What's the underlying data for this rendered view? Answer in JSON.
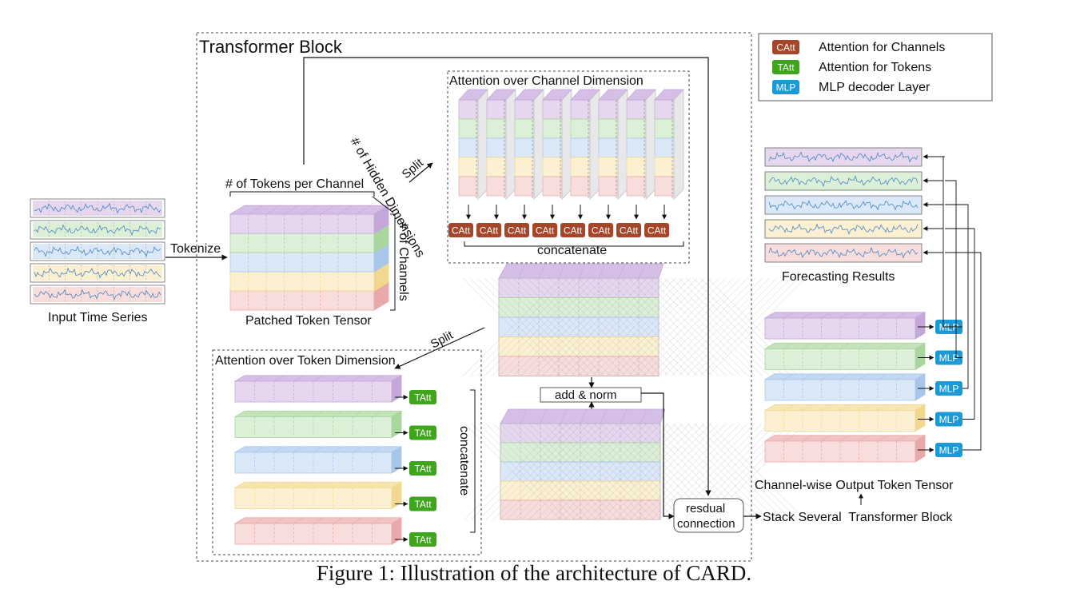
{
  "colors": {
    "purple": "#e6d7ef",
    "purple_dark": "#c3a7d8",
    "purple_top": "#d6bfe6",
    "green": "#dcefd7",
    "green_dark": "#a9d59e",
    "green_top": "#c4e3bb",
    "blue": "#dbe8f8",
    "blue_dark": "#a8c6ea",
    "blue_top": "#c3d8f2",
    "yellow": "#fbf1d2",
    "yellow_dark": "#f0d98e",
    "yellow_top": "#f6e6b2",
    "red": "#f8dddd",
    "red_dark": "#eaa9a9",
    "red_top": "#f1c4c4",
    "catt": "#a5462a",
    "tatt": "#3ea51c",
    "mlp": "#1c9ad6",
    "signal": "#4a86c2"
  },
  "labels": {
    "transformer_block": "Transformer Block",
    "input_series": "Input Time Series",
    "tokenize": "Tokenize",
    "tokens_per_channel": "# of Tokens per Channel",
    "hidden_dims": "# of Hidden Dimensions",
    "num_channels": "# of Channels",
    "patched_tensor": "Patched Token Tensor",
    "split_top": "Split",
    "split_bottom": "Split",
    "attn_channel": "Attention over Channel Dimension",
    "attn_token": "Attention over Token Dimension",
    "concat_top": "concatenate",
    "concat_side": "concatenate",
    "add_norm": "add & norm",
    "residual_1": "resdual",
    "residual_2": "connection",
    "stack": "Stack Several  Transformer Block",
    "forecasting": "Forecasting Results",
    "channel_output": "Channel-wise Output Token Tensor"
  },
  "legend": [
    {
      "badge": "CAtt",
      "text": "Attention for Channels",
      "color": "catt"
    },
    {
      "badge": "TAtt",
      "text": "Attention for Tokens",
      "color": "tatt"
    },
    {
      "badge": "MLP",
      "text": "MLP decoder Layer",
      "color": "mlp"
    }
  ],
  "badges": {
    "catt": "CAtt",
    "tatt": "TAtt",
    "mlp": "MLP"
  },
  "caption": "Figure 1: Illustration of the architecture of CARD."
}
